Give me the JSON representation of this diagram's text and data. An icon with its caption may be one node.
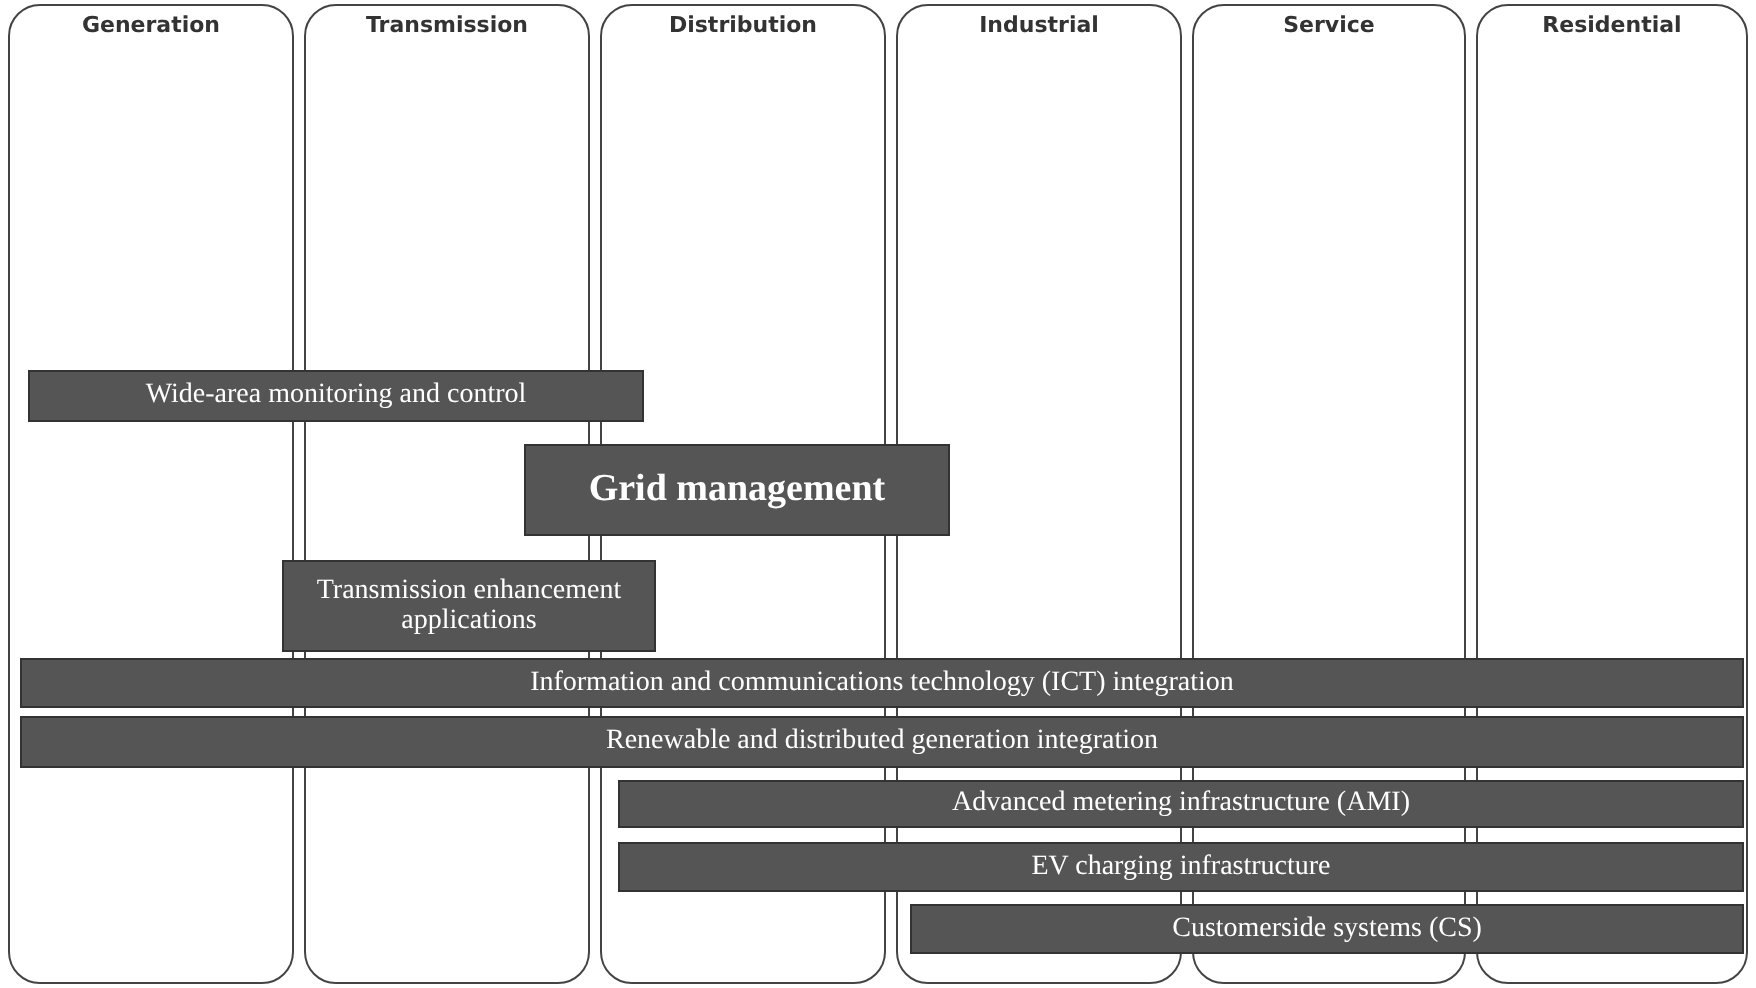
{
  "diagram": {
    "nodes": [
      {
        "text": [
          "Generation"
        ]
      },
      {
        "text": [
          "Transmission"
        ]
      },
      {
        "text": [
          "Distribution"
        ]
      },
      {
        "text": [
          "Industrial"
        ]
      },
      {
        "text": [
          "Service"
        ]
      },
      {
        "text": [
          "Residential"
        ]
      },
      {
        "text": [
          "Wide-area monitoring and control"
        ]
      },
      {
        "text": [
          "Grid management"
        ]
      },
      {
        "text": [
          "Transmission enhancement applications"
        ]
      },
      {
        "text": [
          "Information and communications technology (ICT) integration"
        ]
      },
      {
        "text": [
          "Renewable and distributed generation integration"
        ]
      },
      {
        "text": [
          "Advanced metering infrastructure (AMI)"
        ]
      },
      {
        "text": [
          "EV charging infrastructure"
        ]
      },
      {
        "text": [
          "Customerside systems (CS)"
        ]
      }
    ]
  }
}
